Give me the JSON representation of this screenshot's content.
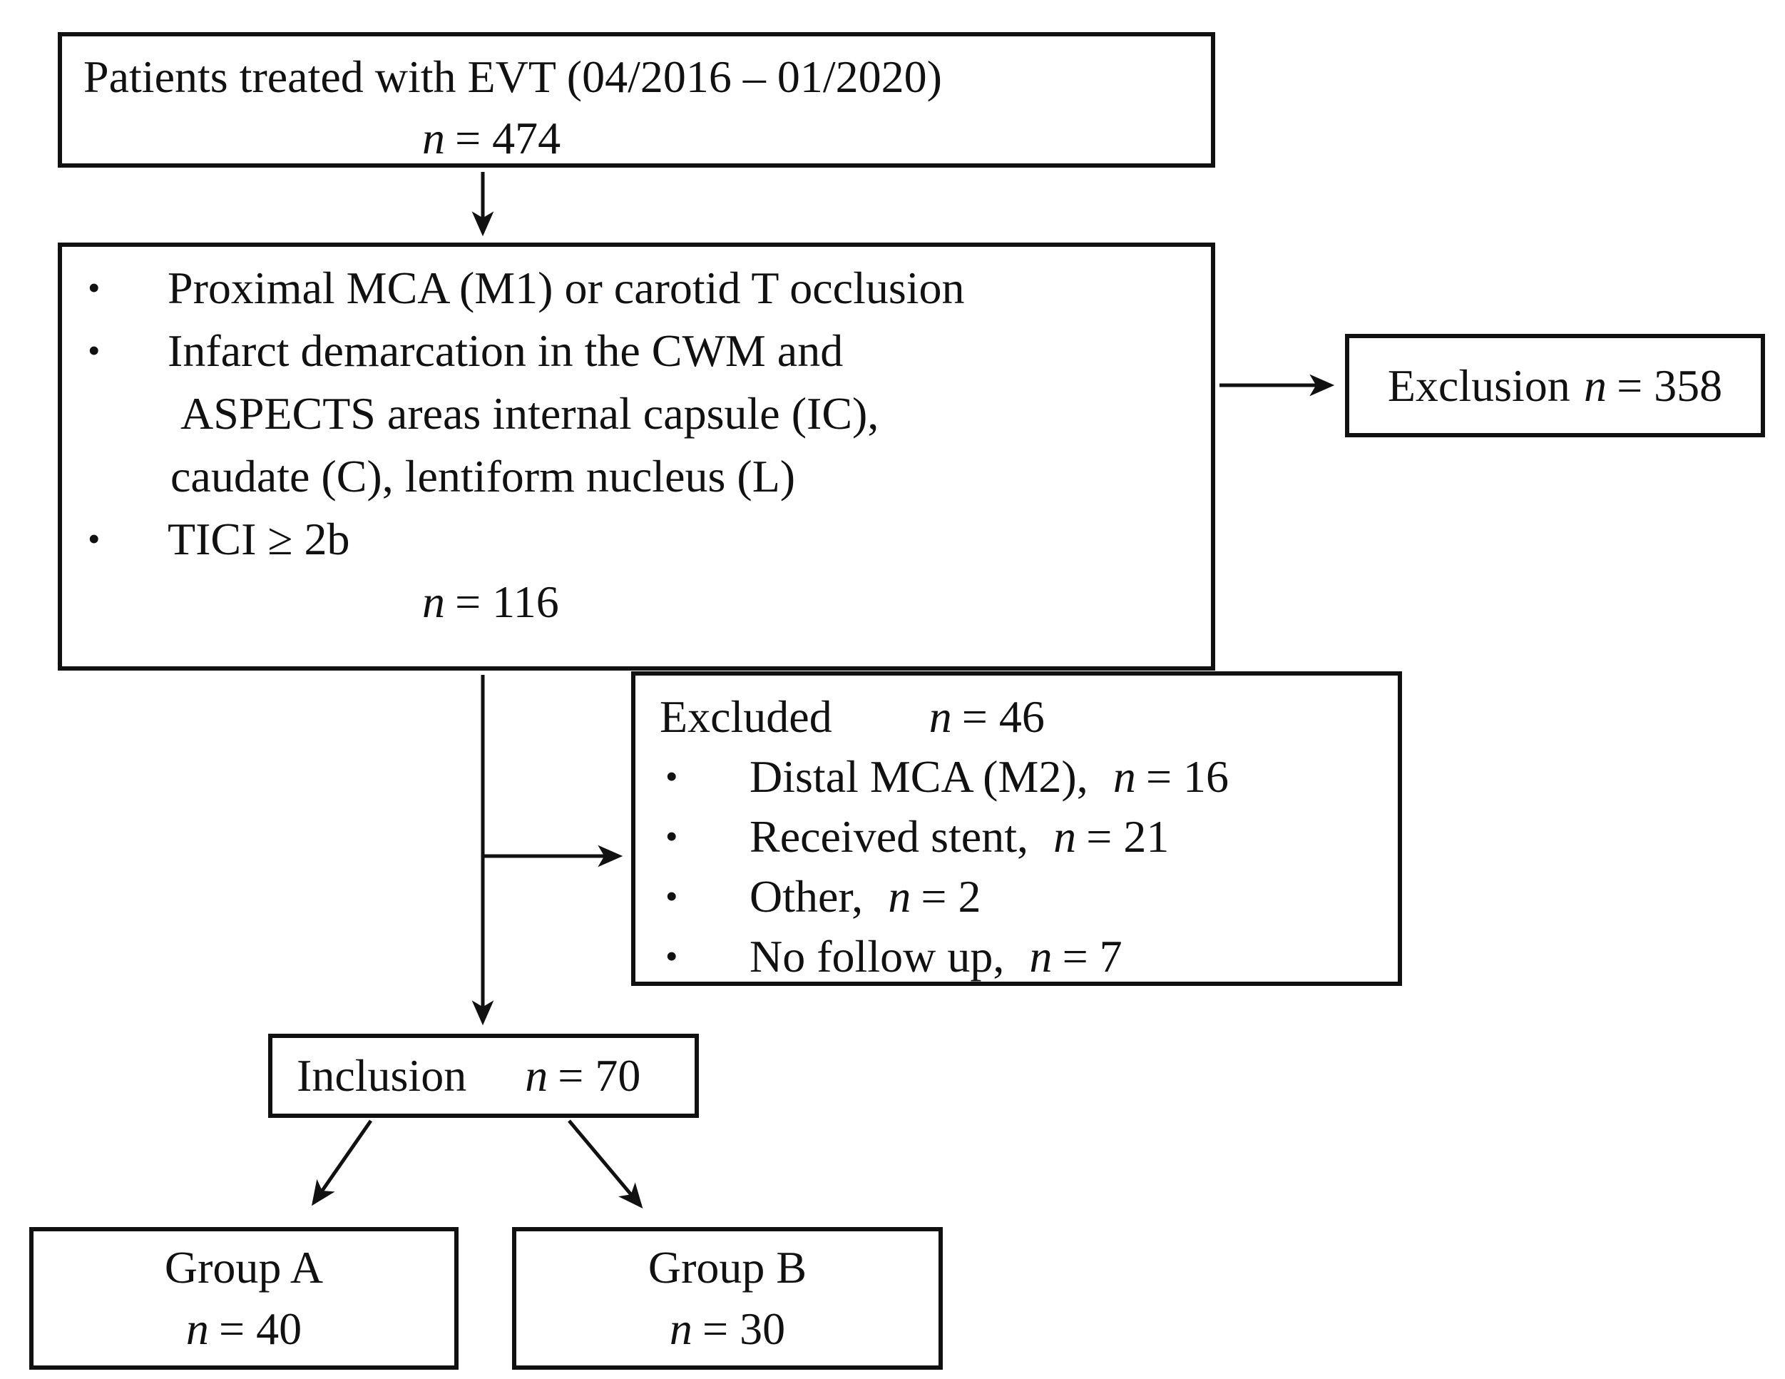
{
  "colors": {
    "ink": "#111111",
    "background": "#ffffff"
  },
  "glyphs": {
    "bullet": "•"
  },
  "boxes": {
    "evt": {
      "title": "Patients treated with EVT (04/2016 – 01/2020)",
      "n_var": "n",
      "n_eq": "= 474"
    },
    "criteria": {
      "bullet1": "Proximal MCA (M1) or carotid T occlusion",
      "bullet2_line1": "Infarct demarcation in the CWM and",
      "bullet2_line2": "ASPECTS areas internal capsule (IC),",
      "bullet2_line3": "caudate (C), lentiform nucleus (L)",
      "bullet3": "TICI ≥ 2b",
      "n_var": "n",
      "n_eq": "= 116"
    },
    "exclusion": {
      "label": "Exclusion",
      "n_var": "n",
      "n_eq": "= 358"
    },
    "excluded": {
      "header": "Excluded",
      "n_var": "n",
      "n_eq": "= 46",
      "items": [
        {
          "text": "Distal MCA (M2),",
          "n_var": "n",
          "n_eq": "= 16"
        },
        {
          "text": "Received stent,",
          "n_var": "n",
          "n_eq": "= 21"
        },
        {
          "text": "Other,",
          "n_var": "n",
          "n_eq": "= 2"
        },
        {
          "text": "No follow up,",
          "n_var": "n",
          "n_eq": "= 7"
        }
      ]
    },
    "inclusion": {
      "label": "Inclusion",
      "n_var": "n",
      "n_eq": "= 70"
    },
    "group_a": {
      "label": "Group A",
      "n_var": "n",
      "n_eq": "= 40"
    },
    "group_b": {
      "label": "Group B",
      "n_var": "n",
      "n_eq": "= 30"
    }
  }
}
